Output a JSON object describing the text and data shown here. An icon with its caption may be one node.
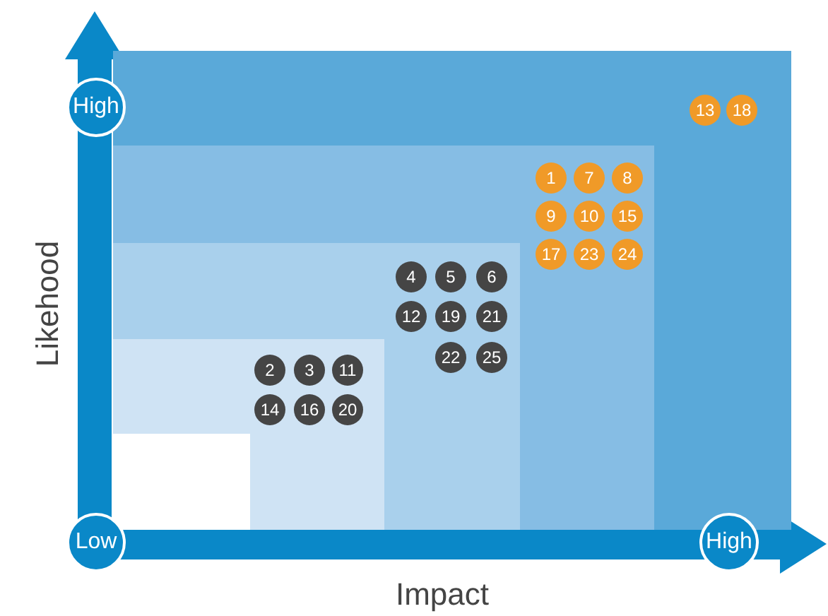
{
  "diagram": {
    "nodes": [
      {
        "text": [
          "High"
        ]
      },
      {
        "text": [],
        "shape": "box"
      },
      {
        "text": [
          "13"
        ],
        "in": 1
      },
      {
        "text": [
          "18"
        ],
        "in": 1
      },
      {
        "text": [],
        "shape": "box",
        "in": 1
      },
      {
        "text": [
          "1"
        ],
        "in": 4
      },
      {
        "text": [
          "7"
        ],
        "in": 4
      },
      {
        "text": [
          "8"
        ],
        "in": 4
      },
      {
        "text": [
          "9"
        ],
        "in": 4
      },
      {
        "text": [
          "10"
        ],
        "in": 4
      },
      {
        "text": [
          "15"
        ],
        "in": 4
      },
      {
        "text": [
          "17"
        ],
        "in": 4
      },
      {
        "text": [
          "23"
        ],
        "in": 4
      },
      {
        "text": [
          "24"
        ],
        "in": 4
      },
      {
        "text": [],
        "shape": "box",
        "in": 4
      },
      {
        "text": [
          "4"
        ],
        "in": 14
      },
      {
        "text": [
          "5"
        ],
        "in": 14
      },
      {
        "text": [
          "6"
        ],
        "in": 14
      },
      {
        "text": [
          "12"
        ],
        "in": 14
      },
      {
        "text": [
          "19"
        ],
        "in": 14
      },
      {
        "text": [
          "21"
        ],
        "in": 14
      },
      {
        "text": [
          "22"
        ],
        "in": 14
      },
      {
        "text": [
          "25"
        ],
        "in": 14
      },
      {
        "text": [],
        "shape": "box",
        "in": 14
      },
      {
        "text": [
          "2"
        ],
        "in": 23
      },
      {
        "text": [
          "3"
        ],
        "in": 23
      },
      {
        "text": [
          "11"
        ],
        "in": 23
      },
      {
        "text": [
          "14"
        ],
        "in": 23
      },
      {
        "text": [
          "16"
        ],
        "in": 23
      },
      {
        "text": [
          "20"
        ],
        "in": 23
      },
      {
        "text": [],
        "shape": "box",
        "in": 23
      },
      {
        "text": [
          "Low"
        ]
      },
      {
        "text": [
          "High"
        ]
      }
    ],
    "labels": [
      "Likehood",
      "Impact"
    ]
  }
}
